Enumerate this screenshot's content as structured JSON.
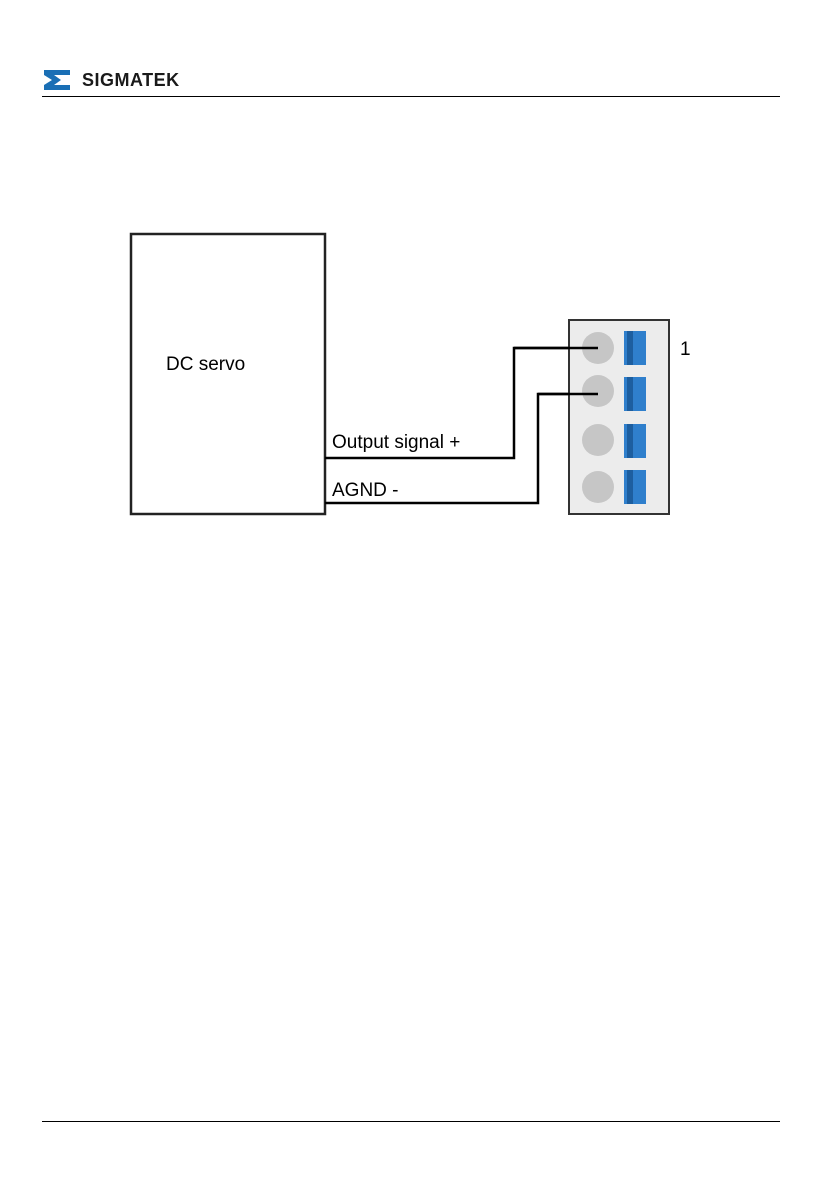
{
  "header": {
    "brand": "SIGMATEK",
    "brand_color": "#1a6fb5"
  },
  "diagram": {
    "device_label": "DC servo",
    "wires": [
      {
        "label": "Output signal +",
        "terminal_index": 0
      },
      {
        "label": "AGND -",
        "terminal_index": 1
      }
    ],
    "connector": {
      "terminal_count": 4,
      "pin_label": "1",
      "terminal_color": "#c6c6c6",
      "spring_color": "#2f7fcc",
      "body_color": "#ececec"
    }
  }
}
